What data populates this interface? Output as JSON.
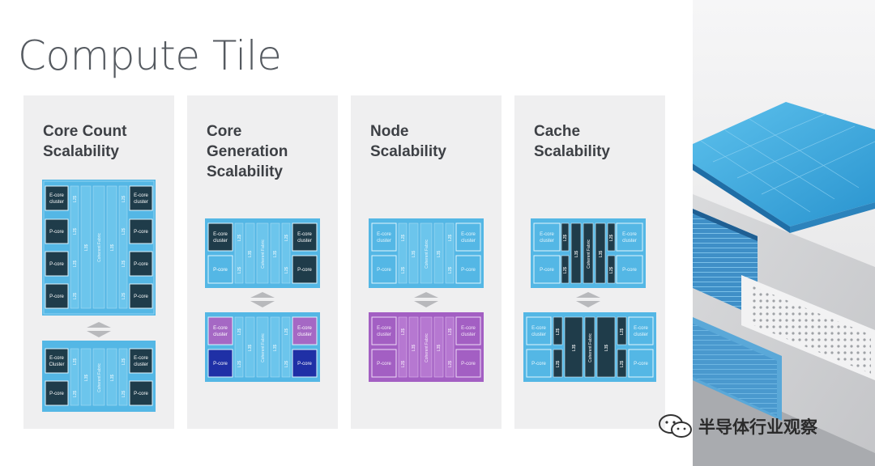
{
  "page": {
    "title": "Compute Tile"
  },
  "panels": [
    {
      "title_lines": [
        "Core Count",
        "Scalability"
      ]
    },
    {
      "title_lines": [
        "Core",
        "Generation",
        "Scalability"
      ]
    },
    {
      "title_lines": [
        "Node",
        "Scalability"
      ]
    },
    {
      "title_lines": [
        "Cache",
        "Scalability"
      ]
    }
  ],
  "labels": {
    "ecore": "E-core",
    "cluster": "cluster",
    "cluster_cap": "Cluster",
    "pcore": "P-core",
    "l2s": "L2$",
    "l3s": "L3$",
    "fabric": "Coherent Fabric"
  },
  "watermark": {
    "text": "半导体行业观察",
    "icon": "wechat-icon"
  },
  "colors": {
    "blue": "#4fb8e6",
    "dark": "#1e3a48",
    "purple": "#a05fc0",
    "navy": "#1e2fa8"
  }
}
